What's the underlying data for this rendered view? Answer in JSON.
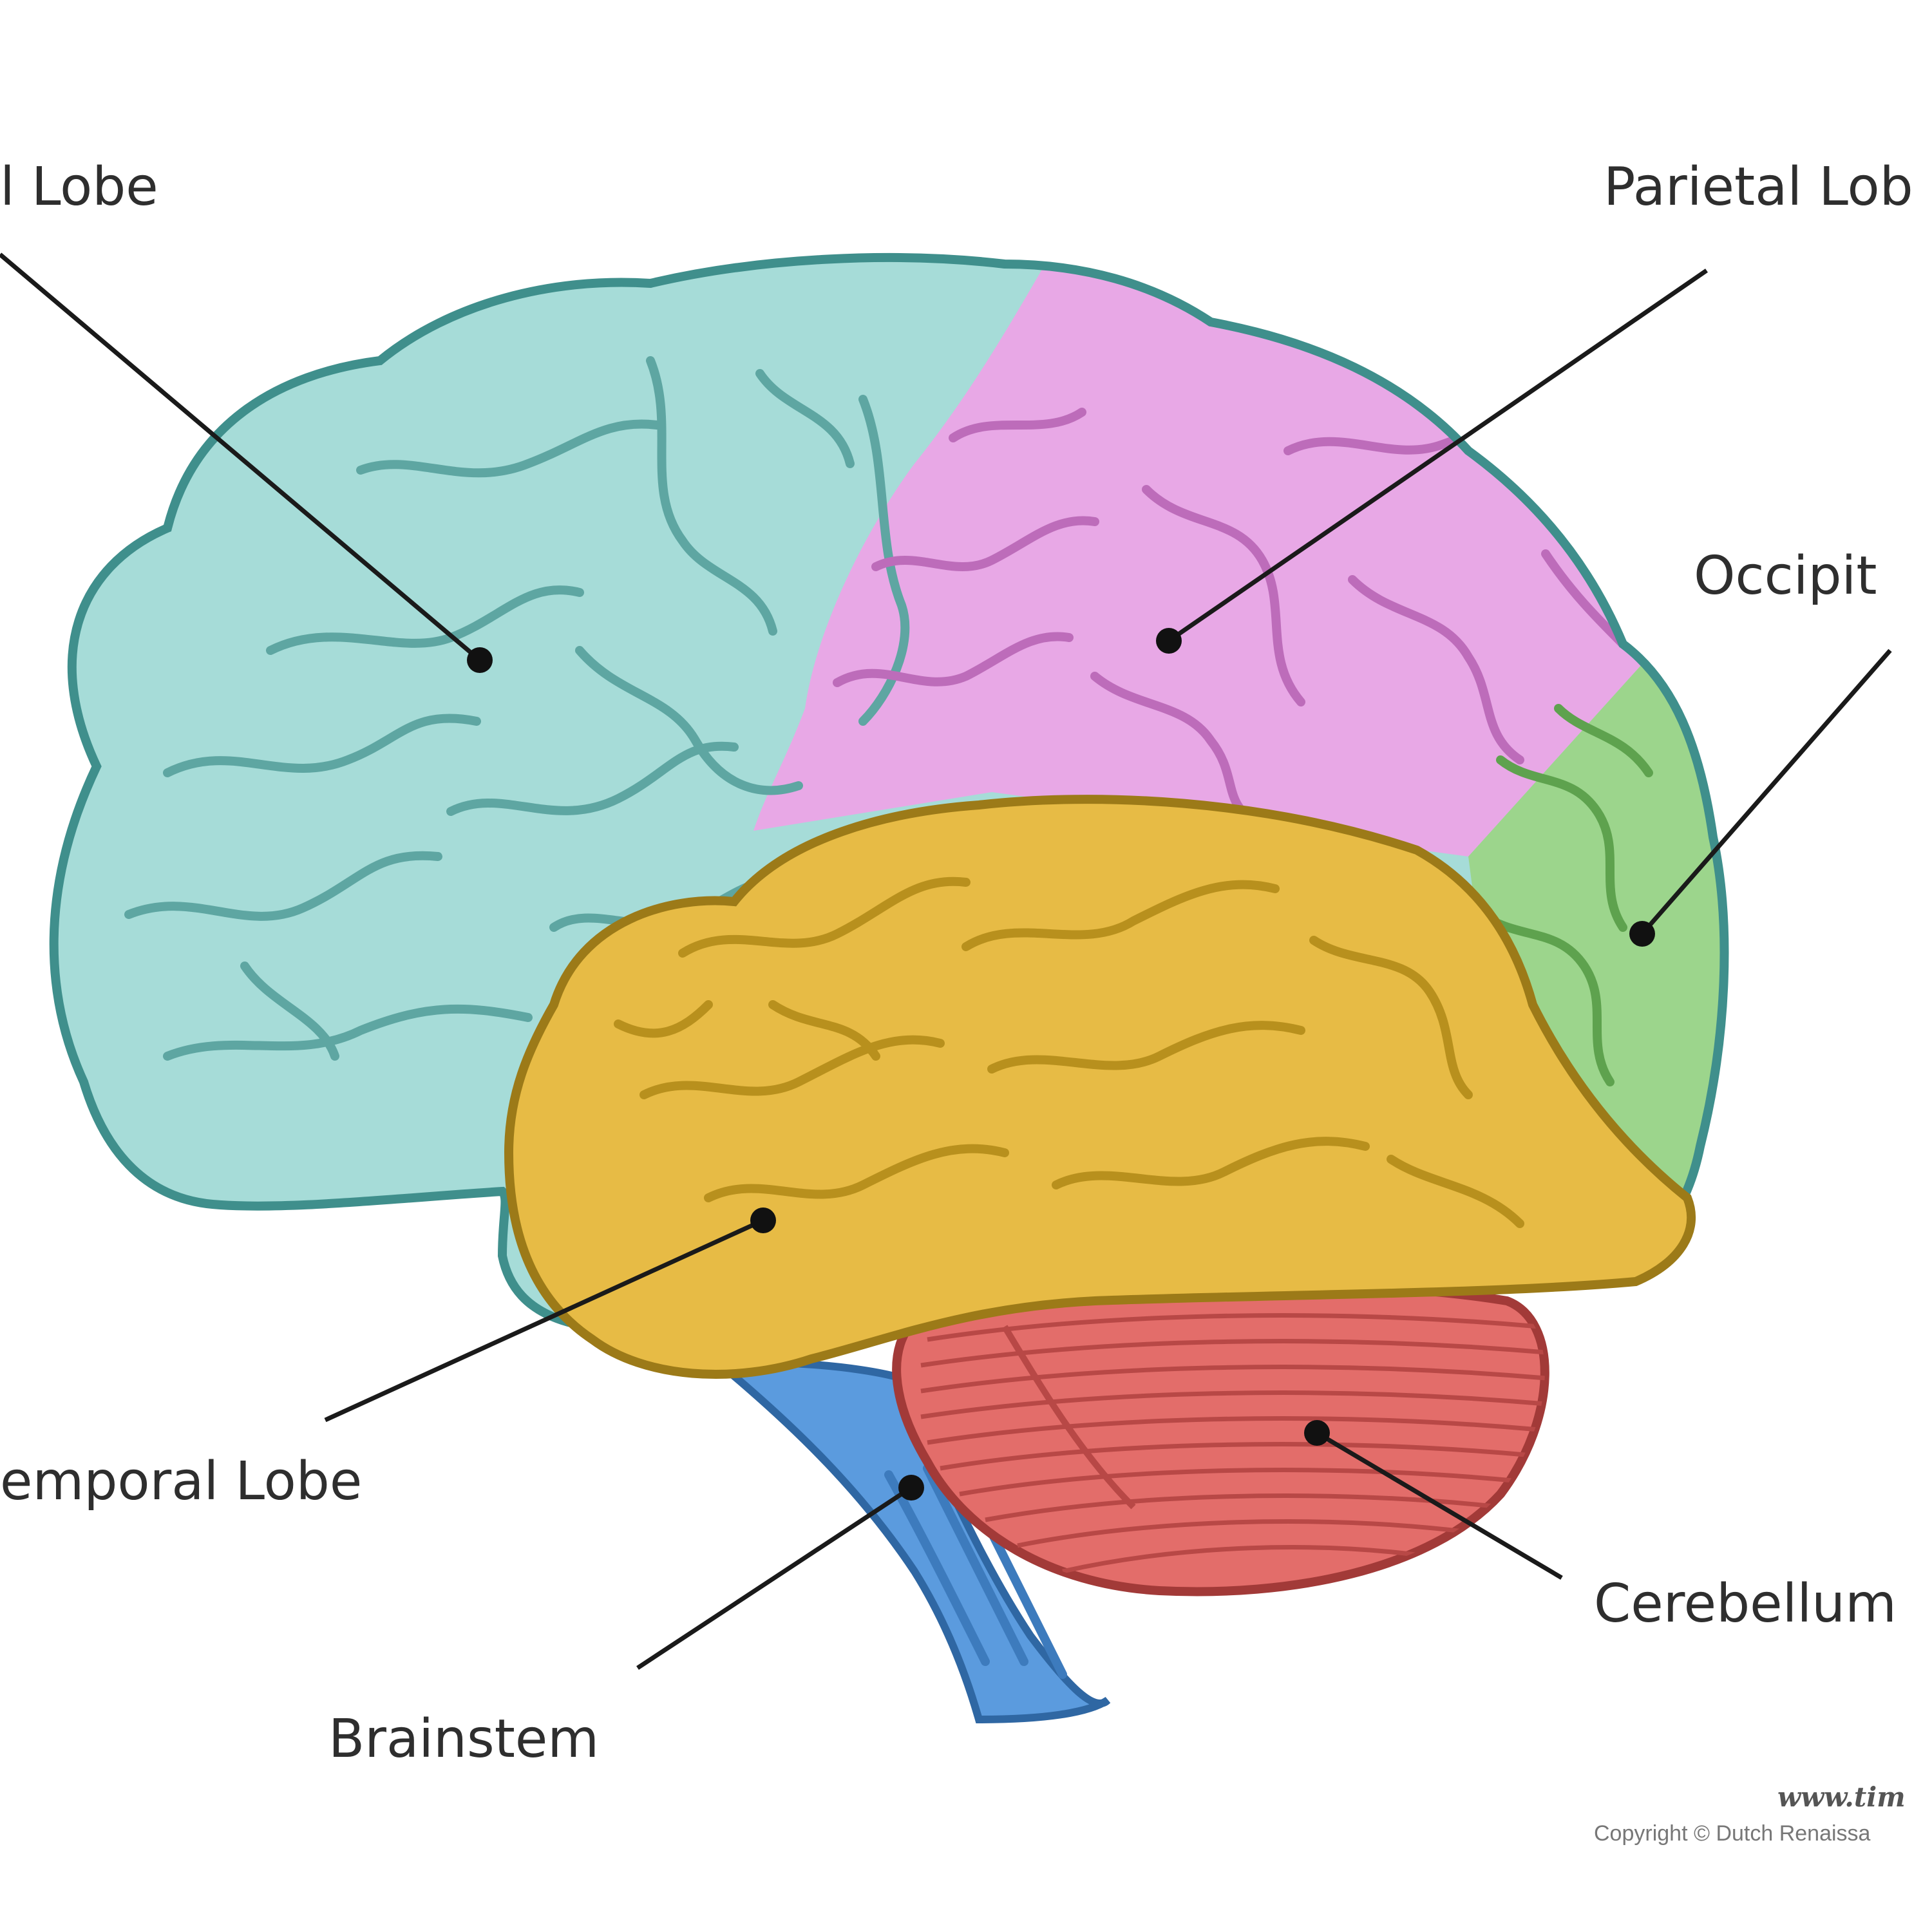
{
  "labels": {
    "frontal": "l Lobe",
    "parietal": "Parietal Lob",
    "occipital": "Occipit",
    "temporal": "emporal Lobe",
    "cerebellum": "Cerebellum",
    "brainstem": "Brainstem"
  },
  "watermark": {
    "line1": "www.tim",
    "line2": "Copyright © Dutch Renaissa"
  },
  "colors": {
    "frontal": "#a6dcd8",
    "frontal_dark": "#5ea6a2",
    "frontal_edge": "#3f8f8c",
    "parietal": "#e8a8e6",
    "parietal_dark": "#bd6cba",
    "parietal_edge": "#9f55a0",
    "occipital": "#9cd58c",
    "occipital_dark": "#5ea24e",
    "occipital_edge": "#4b8c3e",
    "temporal": "#e7bb45",
    "temporal_dark": "#b8901d",
    "temporal_edge": "#9c7a18",
    "cerebellum": "#e36d6a",
    "cerebellum_dark": "#b84846",
    "cerebellum_edge": "#a23a38",
    "brainstem": "#5b9bde",
    "brainstem_dark": "#3d7bbd",
    "brainstem_edge": "#2f67a3"
  }
}
